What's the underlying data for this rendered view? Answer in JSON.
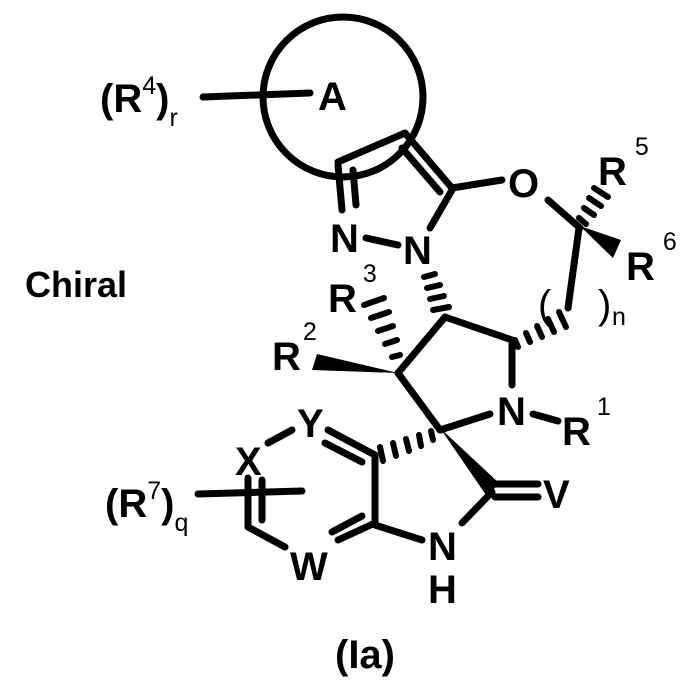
{
  "figure": {
    "title": "Chiral",
    "compound_label": "(Ia)",
    "ring_label": "A",
    "background": "#ffffff",
    "ink": "#000000"
  },
  "atoms": {
    "O": "O",
    "N_pyrazole_1": "N",
    "N_pyrazole_2": "N",
    "N_pyrrolidine": "N",
    "N_indole": "N",
    "H_indole": "H",
    "X": "X",
    "Y": "Y",
    "W": "W",
    "V": "V"
  },
  "substituents": {
    "R1": {
      "base": "R",
      "sup": "1"
    },
    "R2": {
      "base": "R",
      "sup": "2"
    },
    "R3": {
      "base": "R",
      "sup": "3"
    },
    "R4": {
      "open": "(",
      "base": "R",
      "sup": "4",
      "close": ")",
      "sub": "r"
    },
    "R5": {
      "base": "R",
      "sup": "5"
    },
    "R6": {
      "base": "R",
      "sup": "6"
    },
    "R7": {
      "open": "(",
      "base": "R",
      "sup": "7",
      "close": ")",
      "sub": "q"
    },
    "n_bracket": {
      "open": "(",
      "close": ")",
      "sub": "n"
    }
  }
}
